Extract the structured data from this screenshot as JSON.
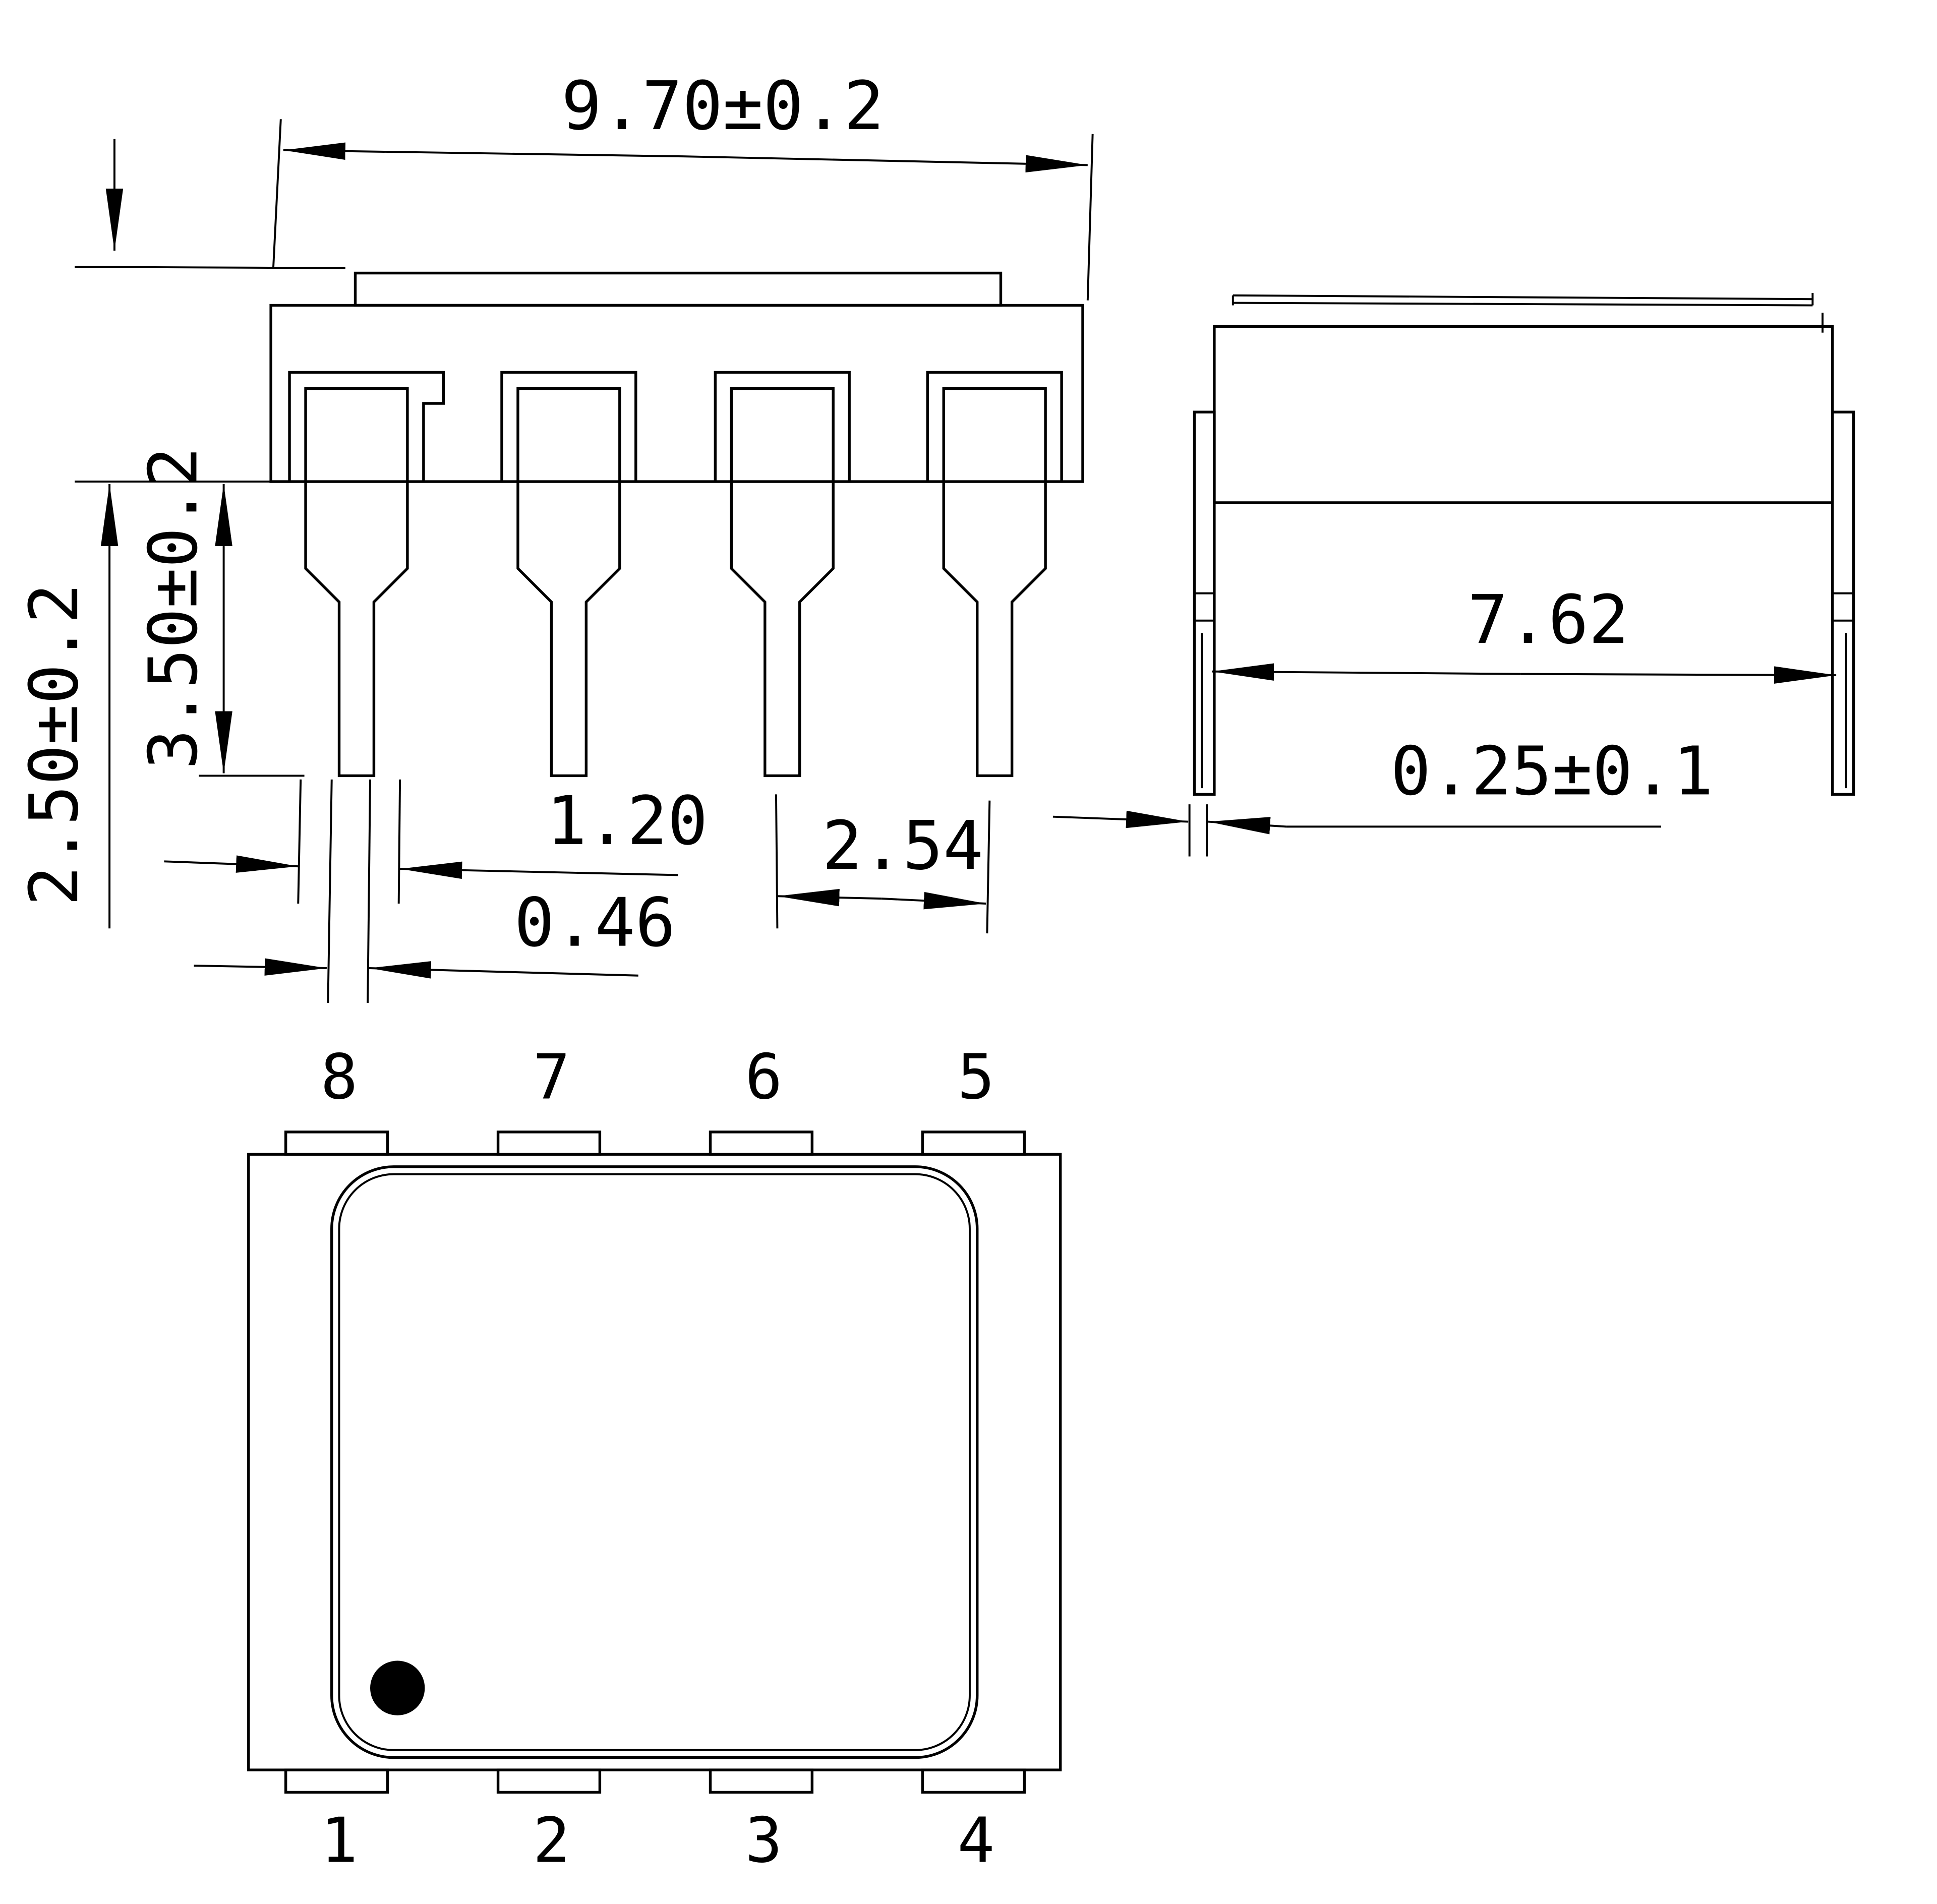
{
  "title": "DIP-8 package outline drawing",
  "front_view": {
    "dims": {
      "overall_length": "9.70±0.2",
      "lead_length": "3.50±0.2",
      "seating_height": "2.50±0.2",
      "lead_width_upper": "1.20",
      "lead_width_lower": "0.46",
      "pitch": "2.54"
    }
  },
  "side_view": {
    "dims": {
      "row_spacing": "7.62",
      "lead_thickness": "0.25±0.1"
    }
  },
  "top_view": {
    "pins_top": [
      "8",
      "7",
      "6",
      "5"
    ],
    "pins_bottom": [
      "1",
      "2",
      "3",
      "4"
    ],
    "pin1_marker": "filled-dot"
  },
  "colors": {
    "line": "#000000",
    "background": "#ffffff"
  }
}
